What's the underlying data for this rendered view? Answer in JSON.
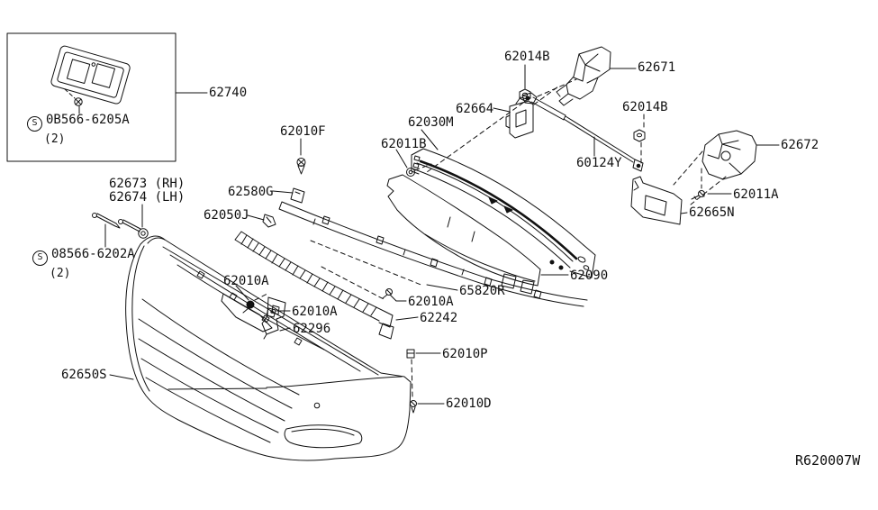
{
  "diagram": {
    "ref_code": "R620007W",
    "inset": {
      "part_label": "62740",
      "fastener": {
        "symbol": "S",
        "text": "0B566-6205A",
        "qty": "(2)"
      }
    },
    "labels": [
      {
        "part": "62740",
        "text": "62740"
      },
      {
        "part": "0B566-6205A",
        "symbol": "S",
        "text": "0B566-6205A",
        "qty": "(2)"
      },
      {
        "part": "62673",
        "text": "62673 (RH)"
      },
      {
        "part": "62674",
        "text": "62674 (LH)"
      },
      {
        "part": "08566-6202A",
        "symbol": "S",
        "text": "08566-6202A",
        "qty": "(2)"
      },
      {
        "part": "62580G",
        "text": "62580G"
      },
      {
        "part": "62050J",
        "text": "62050J"
      },
      {
        "part": "62010F",
        "text": "62010F"
      },
      {
        "part": "62011B",
        "text": "62011B"
      },
      {
        "part": "62030M",
        "text": "62030M"
      },
      {
        "part": "62664",
        "text": "62664"
      },
      {
        "part": "62014B-top",
        "text": "62014B"
      },
      {
        "part": "62671",
        "text": "62671"
      },
      {
        "part": "62014B-right",
        "text": "62014B"
      },
      {
        "part": "60124Y",
        "text": "60124Y"
      },
      {
        "part": "62672",
        "text": "62672"
      },
      {
        "part": "62011A",
        "text": "62011A"
      },
      {
        "part": "62665N",
        "text": "62665N"
      },
      {
        "part": "62090",
        "text": "62090"
      },
      {
        "part": "65820R",
        "text": "65820R"
      },
      {
        "part": "62010A-upper",
        "text": "62010A"
      },
      {
        "part": "62242",
        "text": "62242"
      },
      {
        "part": "62010A-left",
        "text": "62010A"
      },
      {
        "part": "62010A-center",
        "text": "62010A"
      },
      {
        "part": "62296",
        "text": "62296"
      },
      {
        "part": "62650S",
        "text": "62650S"
      },
      {
        "part": "62010P",
        "text": "62010P"
      },
      {
        "part": "62010D",
        "text": "62010D"
      }
    ]
  }
}
